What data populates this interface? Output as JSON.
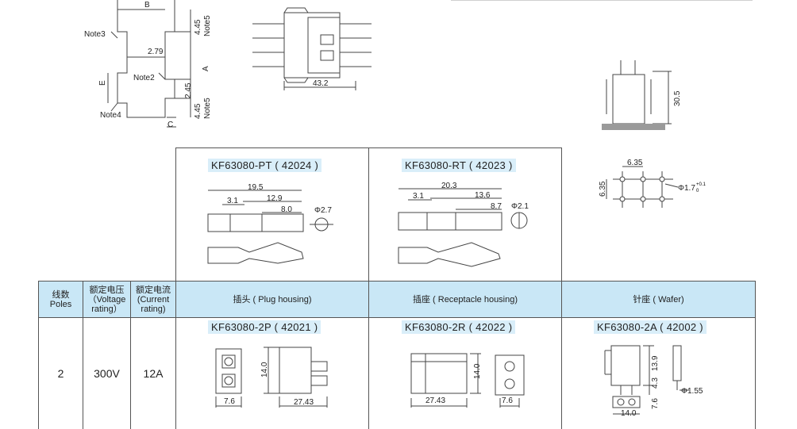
{
  "top_left": {
    "label_b": "B",
    "label_note3": "Note3",
    "label_note2": "Note2",
    "label_note4": "Note4",
    "label_note5_top": "Note5",
    "label_note5_bottom": "Note5",
    "label_e": "E",
    "label_a": "A",
    "label_c": "C",
    "dim_445_top": "4.45",
    "dim_279": "2.79",
    "dim_245": "2.45",
    "dim_445_bottom": "4.45"
  },
  "top_middle": {
    "dim_432": "43.2"
  },
  "top_right": {
    "dim_305": "30.5"
  },
  "pcb": {
    "dim_635_h": "6.35",
    "dim_635_v": "6.35",
    "dim_hole": "Φ1.7",
    "dim_hole_tol": "+0.1",
    "dim_hole_tol2": "0"
  },
  "terminals": {
    "pt": {
      "title": "KF63080-PT ( 42024 )",
      "d1": "19.5",
      "d2": "3.1",
      "d3": "12.9",
      "d4": "8.0",
      "d5": "Φ2.7"
    },
    "rt": {
      "title": "KF63080-RT ( 42023 )",
      "d1": "20.3",
      "d2": "3.1",
      "d3": "13.6",
      "d4": "8.7",
      "d5": "Φ2.1"
    }
  },
  "table": {
    "headers": {
      "poles": "线数\nPoles",
      "voltage": "额定电压\n（Voltage\nrating）",
      "current": "额定电流\n(Current\nrating)",
      "plug": "插头 ( Plug housing)",
      "receptacle": "插座 ( Receptacle housing)",
      "wafer": "针座 ( Wafer)"
    },
    "row": {
      "poles": "2",
      "voltage": "300V",
      "current": "12A"
    },
    "plug": {
      "title": "KF63080-2P ( 42021 )",
      "d1": "14.0",
      "d2": "7.6",
      "d3": "27.43"
    },
    "receptacle": {
      "title": "KF63080-2R ( 42022 )",
      "d1": "14.0",
      "d2": "27.43",
      "d3": "7.6"
    },
    "wafer": {
      "title": "KF63080-2A ( 42002 )",
      "d1": "13.9",
      "d2": "4.3",
      "d3": "7.6",
      "d4": "14.0",
      "d5": "Φ1.55"
    }
  }
}
